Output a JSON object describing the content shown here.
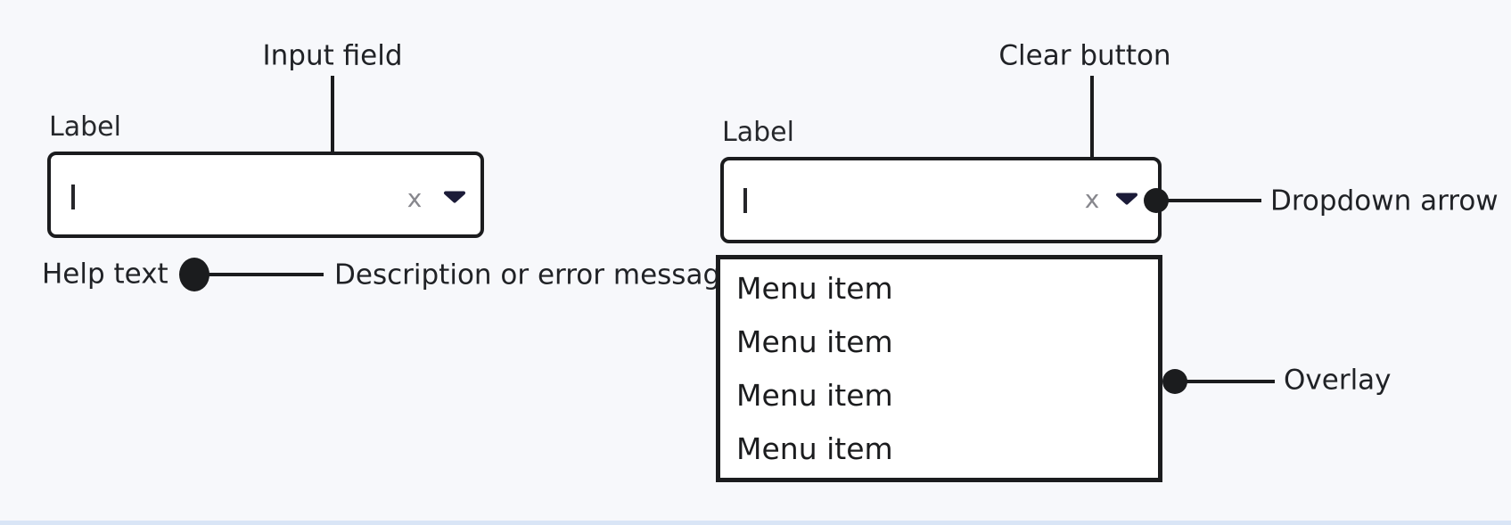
{
  "page": {
    "background_color": "#f7f8fb",
    "bottom_strip_color": "#d9e5f6"
  },
  "colors": {
    "ink": "#1b1c1e",
    "text": "#202226",
    "clear_x_gray": "#87878d",
    "dropdown_arrow_navy": "#1b1b38",
    "field_background": "#ffffff"
  },
  "left_combobox": {
    "annotation_input_field": "Input field",
    "label": "Label",
    "clear_glyph": "x",
    "annotation_help_text": "Help text",
    "annotation_description": "Description or error message"
  },
  "right_combobox": {
    "annotation_clear_button": "Clear button",
    "label": "Label",
    "clear_glyph": "x",
    "annotation_dropdown_arrow": "Dropdown arrow",
    "annotation_overlay": "Overlay",
    "menu_items": [
      "Menu item",
      "Menu item",
      "Menu item",
      "Menu item"
    ]
  }
}
